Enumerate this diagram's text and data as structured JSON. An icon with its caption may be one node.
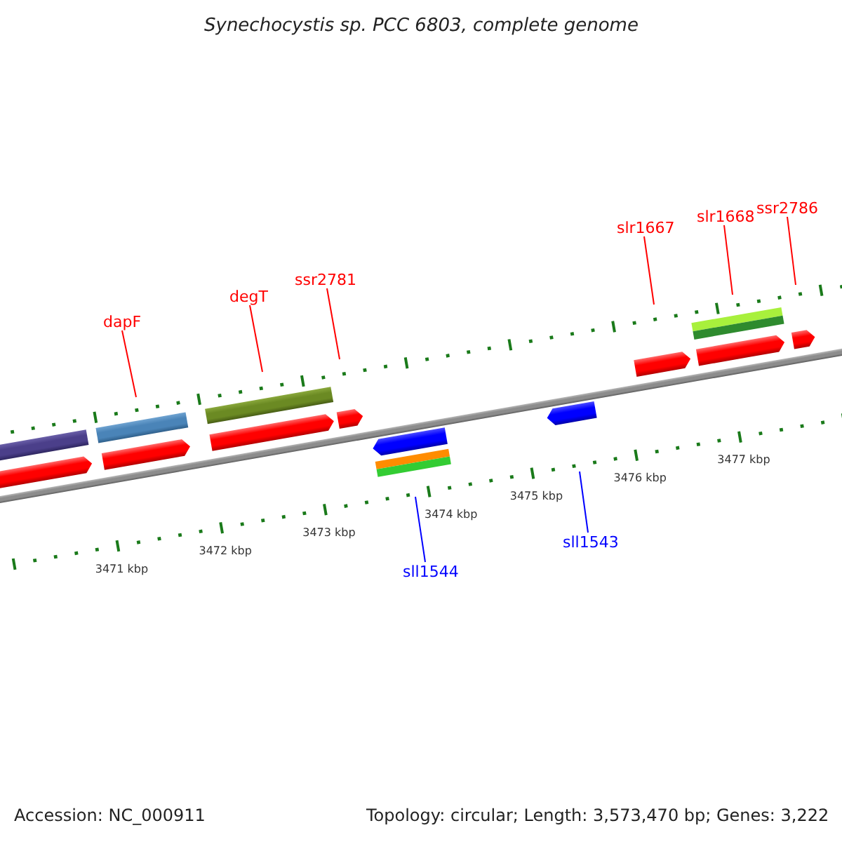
{
  "diagram": {
    "title": "Synechocystis sp. PCC 6803, complete genome",
    "nodes": [
      {
        "text": [
          "dapF"
        ]
      },
      {
        "text": [
          "degT"
        ]
      },
      {
        "text": [
          "ssr2781"
        ]
      },
      {
        "text": [
          "slr1667"
        ]
      },
      {
        "text": [
          "slr1668"
        ]
      },
      {
        "text": [
          "ssr2786"
        ]
      },
      {
        "text": [
          "sll1544"
        ]
      },
      {
        "text": [
          "sll1543"
        ]
      }
    ],
    "edges": [
      {
        "from": 0,
        "to": null,
        "arrow": "none"
      },
      {
        "from": 1,
        "to": null,
        "arrow": "none"
      },
      {
        "from": 2,
        "to": null,
        "arrow": "none"
      },
      {
        "from": 3,
        "to": null,
        "arrow": "none"
      },
      {
        "from": 4,
        "to": null,
        "arrow": "none"
      },
      {
        "from": 5,
        "to": null,
        "arrow": "none"
      },
      {
        "from": 6,
        "to": null,
        "arrow": "none",
        "color": "#0000ff"
      },
      {
        "from": 7,
        "to": null,
        "arrow": "none",
        "color": "#0000ff"
      }
    ],
    "labels": [
      "3471 kbp",
      "3472 kbp",
      "3473 kbp",
      "3474 kbp",
      "3475 kbp",
      "3476 kbp",
      "3477 kbp",
      "Accession: NC_000911",
      "Topology: circular; Length: 3,573,470 bp; Genes: 3,222"
    ]
  }
}
